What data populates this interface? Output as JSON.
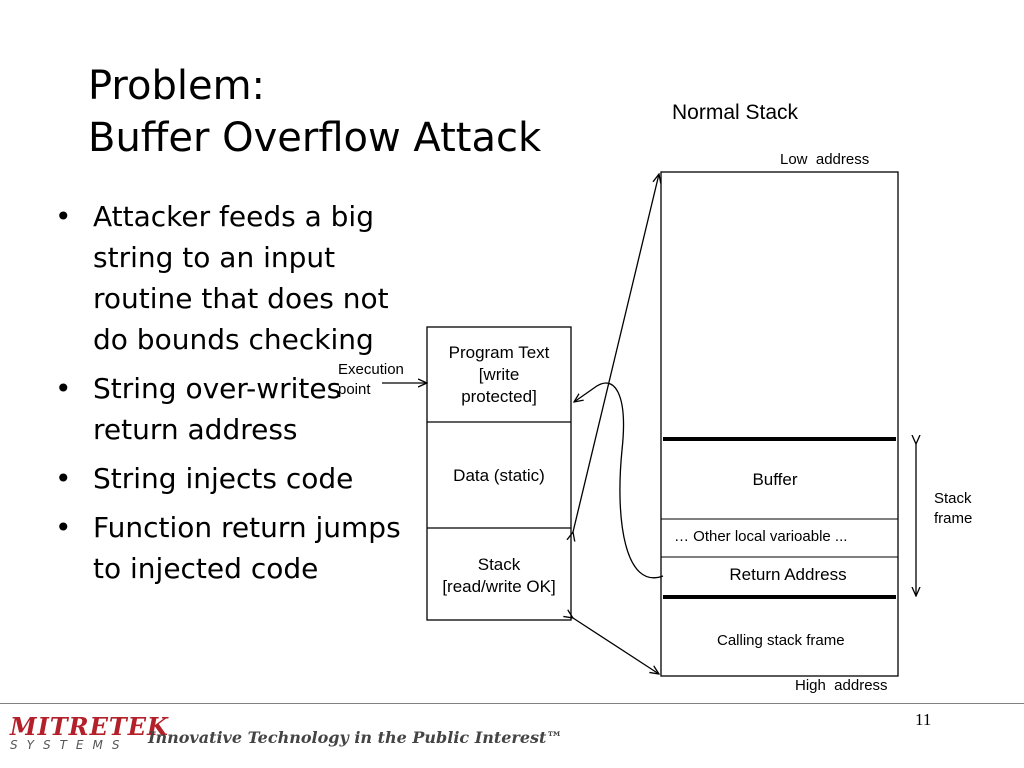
{
  "slide": {
    "title_line1": "Problem:",
    "title_line2": "Buffer Overflow Attack",
    "bullets": [
      "Attacker feeds a big string to an input routine that does not do bounds checking",
      "String over-writes return address",
      "String injects code",
      "Function return jumps to injected code"
    ],
    "bullet_glyph": "•",
    "page_number": "11"
  },
  "memory": {
    "program_text": [
      "Program Text",
      "[write",
      "protected]"
    ],
    "data": "Data (static)",
    "stack": [
      "Stack",
      "[read/write OK]"
    ],
    "execution_point": [
      "Execution",
      "point"
    ]
  },
  "normal_stack": {
    "heading": "Normal Stack",
    "low_address": "Low  address",
    "high_address": "High  address",
    "buffer": "Buffer",
    "other_locals": "… Other local varioable ...",
    "return_address": "Return Address",
    "calling_frame": "Calling stack frame",
    "stack_frame_label": [
      "Stack",
      "frame"
    ]
  },
  "footer": {
    "logo": "MITRETEK",
    "logo_sub": "SYSTEMS",
    "tagline": "Innovative Technology in the Public Interest™",
    "logo_color": "#b3202a"
  }
}
